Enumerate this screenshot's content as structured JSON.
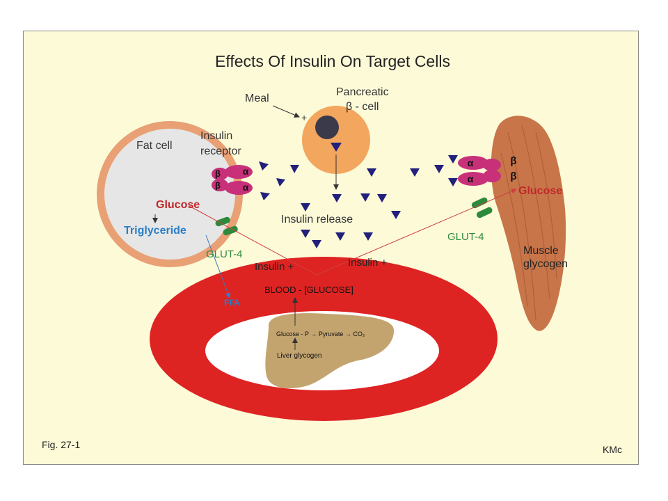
{
  "title": "Effects Of Insulin On Target Cells",
  "labels": {
    "meal": "Meal",
    "plus": "+",
    "pancreatic": "Pancreatic",
    "beta_cell": "β - cell",
    "fat_cell": "Fat cell",
    "insulin_receptor_1": "Insulin",
    "insulin_receptor_2": "receptor",
    "glucose_fat": "Glucose",
    "triglyceride": "Triglyceride",
    "glut4_left": "GLUT-4",
    "insulin_release": "Insulin release",
    "insulin_plus_left": "Insulin +",
    "insulin_plus_right": "Insulin +",
    "blood_glucose": "BLOOD - [GLUCOSE]",
    "ffa": "FFA",
    "liver_pathway": "Glucose - P → Pyruvate → CO₂",
    "liver_glycogen": "Liver glycogen",
    "glucose_muscle": "Glucose",
    "glut4_right": "GLUT-4",
    "muscle_glycogen_1": "Muscle",
    "muscle_glycogen_2": "glycogen",
    "alpha": "α",
    "beta": "β"
  },
  "footer": {
    "figure": "Fig. 27-1",
    "author": "KMc"
  },
  "colors": {
    "background": "#fdfad8",
    "fat_cell_ring": "#e8a074",
    "fat_cell_inner": "#e6e6e6",
    "blood": "#de2323",
    "liver": "#c3a46f",
    "insulin": "#21207a",
    "receptor": "#c8307a",
    "glut4": "#2d8a3c",
    "glucose_text": "#c0282a",
    "triglyceride_text": "#2a7fc8",
    "muscle": "#c8754a"
  }
}
